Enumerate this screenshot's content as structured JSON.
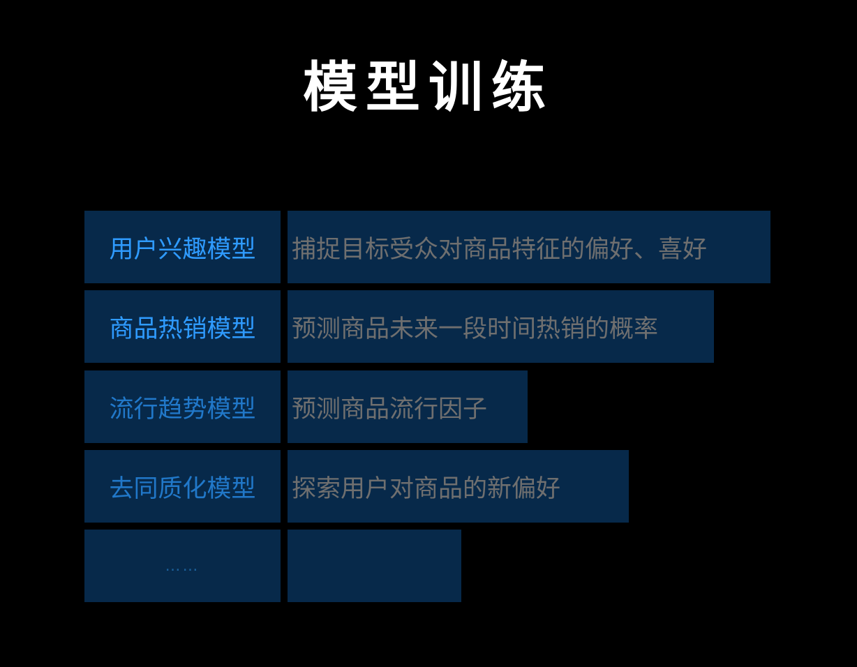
{
  "title": "模型训练",
  "rows": [
    {
      "name": "用户兴趣模型",
      "desc": "捕捉目标受众对商品特征的偏好、喜好"
    },
    {
      "name": "商品热销模型",
      "desc": "预测商品未来一段时间热销的概率"
    },
    {
      "name": "流行趋势模型",
      "desc": "预测商品流行因子"
    },
    {
      "name": "去同质化模型",
      "desc": "探索用户对商品的新偏好"
    },
    {
      "name": "……",
      "desc": ""
    }
  ],
  "colors": {
    "background": "#000000",
    "box": "#07294a",
    "name_bright": "#2f9bff",
    "name_mid": "#2178c9",
    "desc_text": "#6f6f6f"
  }
}
